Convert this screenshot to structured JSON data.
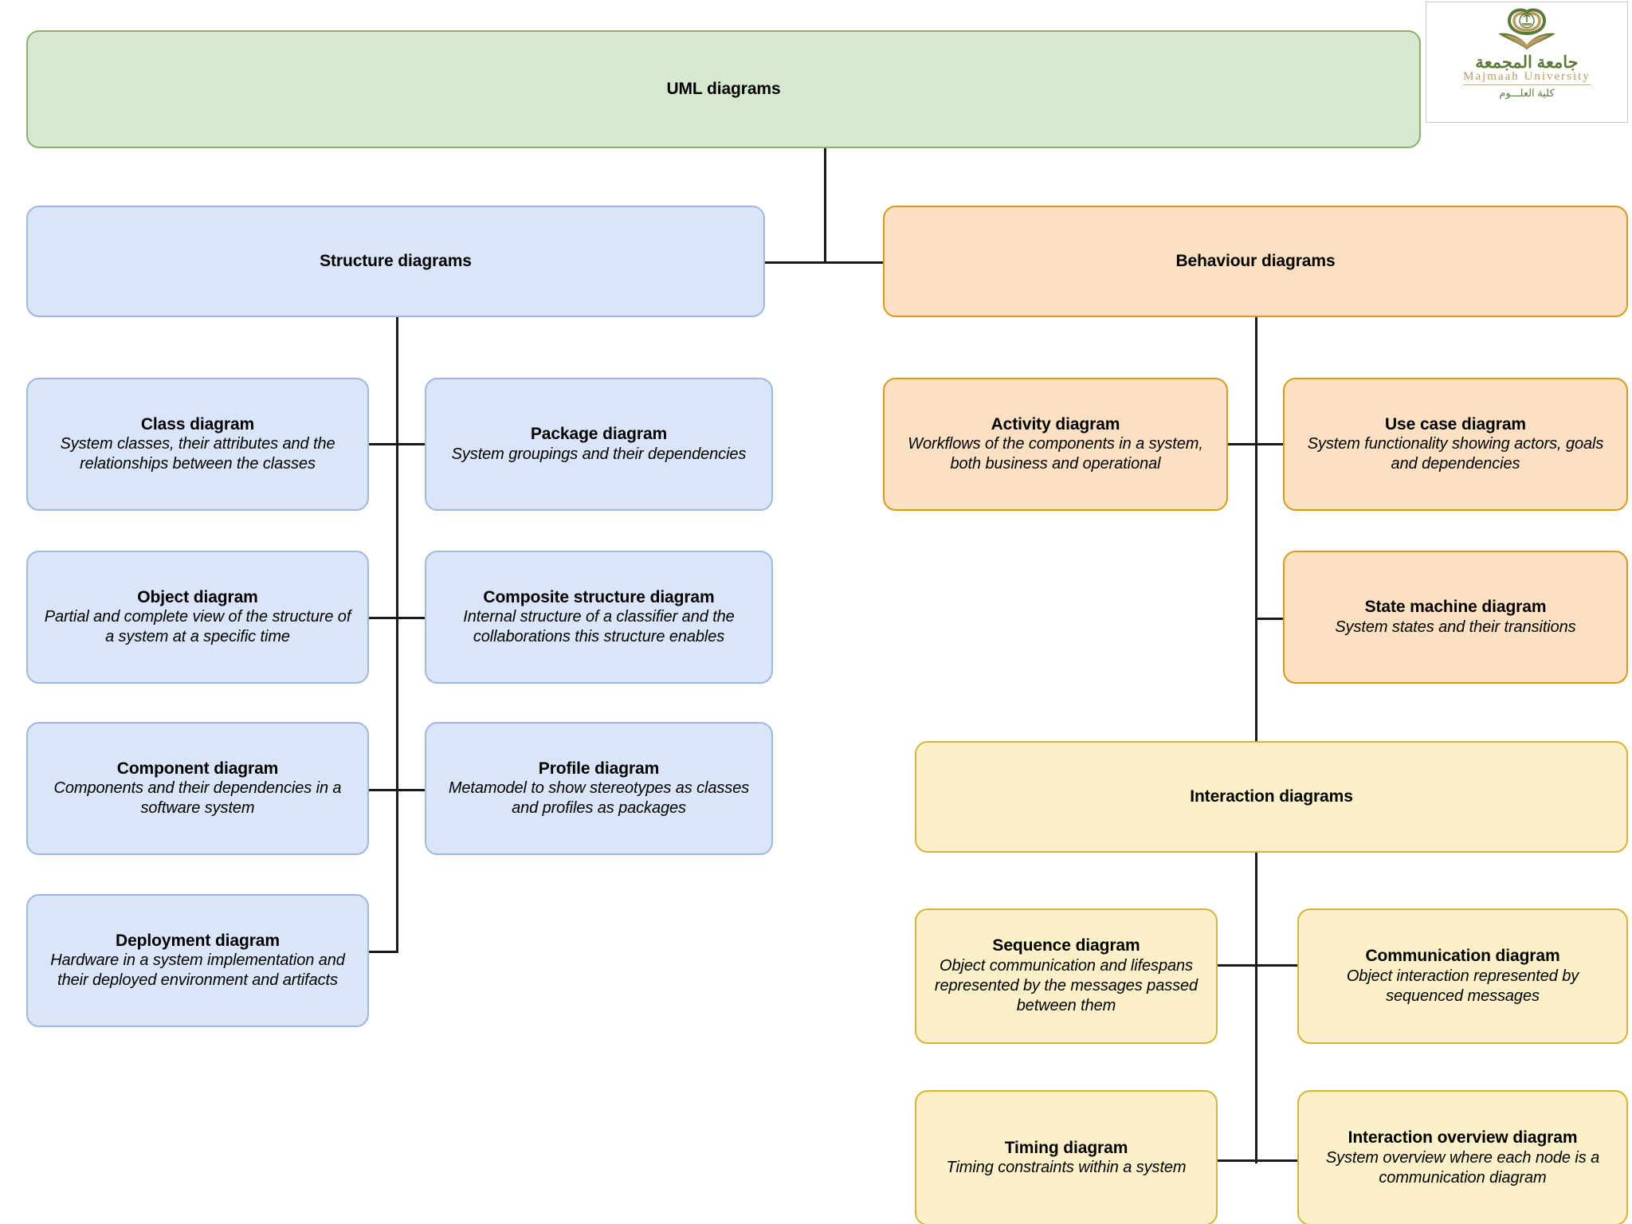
{
  "root": {
    "label": "UML diagrams"
  },
  "logo": {
    "arabic_name": "جامعة المجمعة",
    "english_name": "Majmaah University",
    "arabic_faculty": "كلية العلـــوم",
    "icon": "majmaah-university-crest-icon"
  },
  "colors": {
    "root_fill": "#d7e8cf",
    "root_border": "#8bb06b",
    "structure_fill": "#dbe5f8",
    "structure_border": "#9fb8dd",
    "behaviour_fill": "#fce0c2",
    "behaviour_border": "#d89a21",
    "interaction_fill": "#fcf0c8",
    "interaction_border": "#d5b43c",
    "connector": "#1a1a1a"
  },
  "structure": {
    "label": "Structure diagrams",
    "children": [
      {
        "title": "Class diagram",
        "desc": "System classes, their attributes and  the relationships between the classes"
      },
      {
        "title": "Package diagram",
        "desc": "System groupings and their dependencies"
      },
      {
        "title": "Object diagram",
        "desc": "Partial and complete view of the structure of a system at a specific time"
      },
      {
        "title": "Composite structure diagram",
        "desc": "Internal structure of a classifier and the collaborations this structure enables"
      },
      {
        "title": "Component diagram",
        "desc": "Components and their dependencies in a software system"
      },
      {
        "title": "Profile diagram",
        "desc": "Metamodel to show stereotypes as classes and profiles as packages"
      },
      {
        "title": "Deployment diagram",
        "desc": "Hardware in a system implementation and their deployed environment and artifacts"
      }
    ]
  },
  "behaviour": {
    "label": "Behaviour diagrams",
    "children": [
      {
        "title": "Activity diagram",
        "desc": "Workflows of the components in a system, both business and operational"
      },
      {
        "title": "Use case diagram",
        "desc": "System functionality showing actors, goals and dependencies"
      },
      {
        "title": "State machine diagram",
        "desc": "System states and their transitions"
      }
    ]
  },
  "interaction": {
    "label": "Interaction diagrams",
    "children": [
      {
        "title": "Sequence diagram",
        "desc": "Object communication and lifespans represented by the messages passed between them"
      },
      {
        "title": "Communication diagram",
        "desc": "Object interaction represented by sequenced messages"
      },
      {
        "title": "Timing diagram",
        "desc": "Timing constraints within a system"
      },
      {
        "title": "Interaction overview diagram",
        "desc": "System overview where each node is a communication diagram"
      }
    ]
  }
}
